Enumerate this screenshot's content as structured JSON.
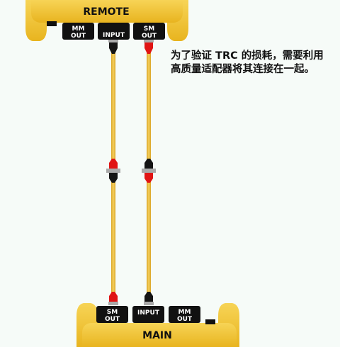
{
  "remote": {
    "title": "REMOTE",
    "ports": [
      {
        "line1": "MM",
        "line2": "OUT"
      },
      {
        "line1": "INPUT",
        "line2": ""
      },
      {
        "line1": "SM",
        "line2": "OUT"
      }
    ]
  },
  "main": {
    "title": "MAIN",
    "ports": [
      {
        "line1": "SM",
        "line2": "OUT"
      },
      {
        "line1": "INPUT",
        "line2": ""
      },
      {
        "line1": "MM",
        "line2": "OUT"
      }
    ]
  },
  "note": {
    "text": "为了验证 TRC 的损耗，需要利用高质量适配器将其连接在一起。"
  },
  "colors": {
    "device_yellow": "#f2c330",
    "device_yellow_dark": "#d9a81a",
    "port_black": "#111111",
    "cable_yellow": "#f0c34a",
    "connector_red": "#e01414",
    "connector_black": "#141414",
    "adapter_gray": "#a9a9a9",
    "background": "#f6fbf8"
  }
}
